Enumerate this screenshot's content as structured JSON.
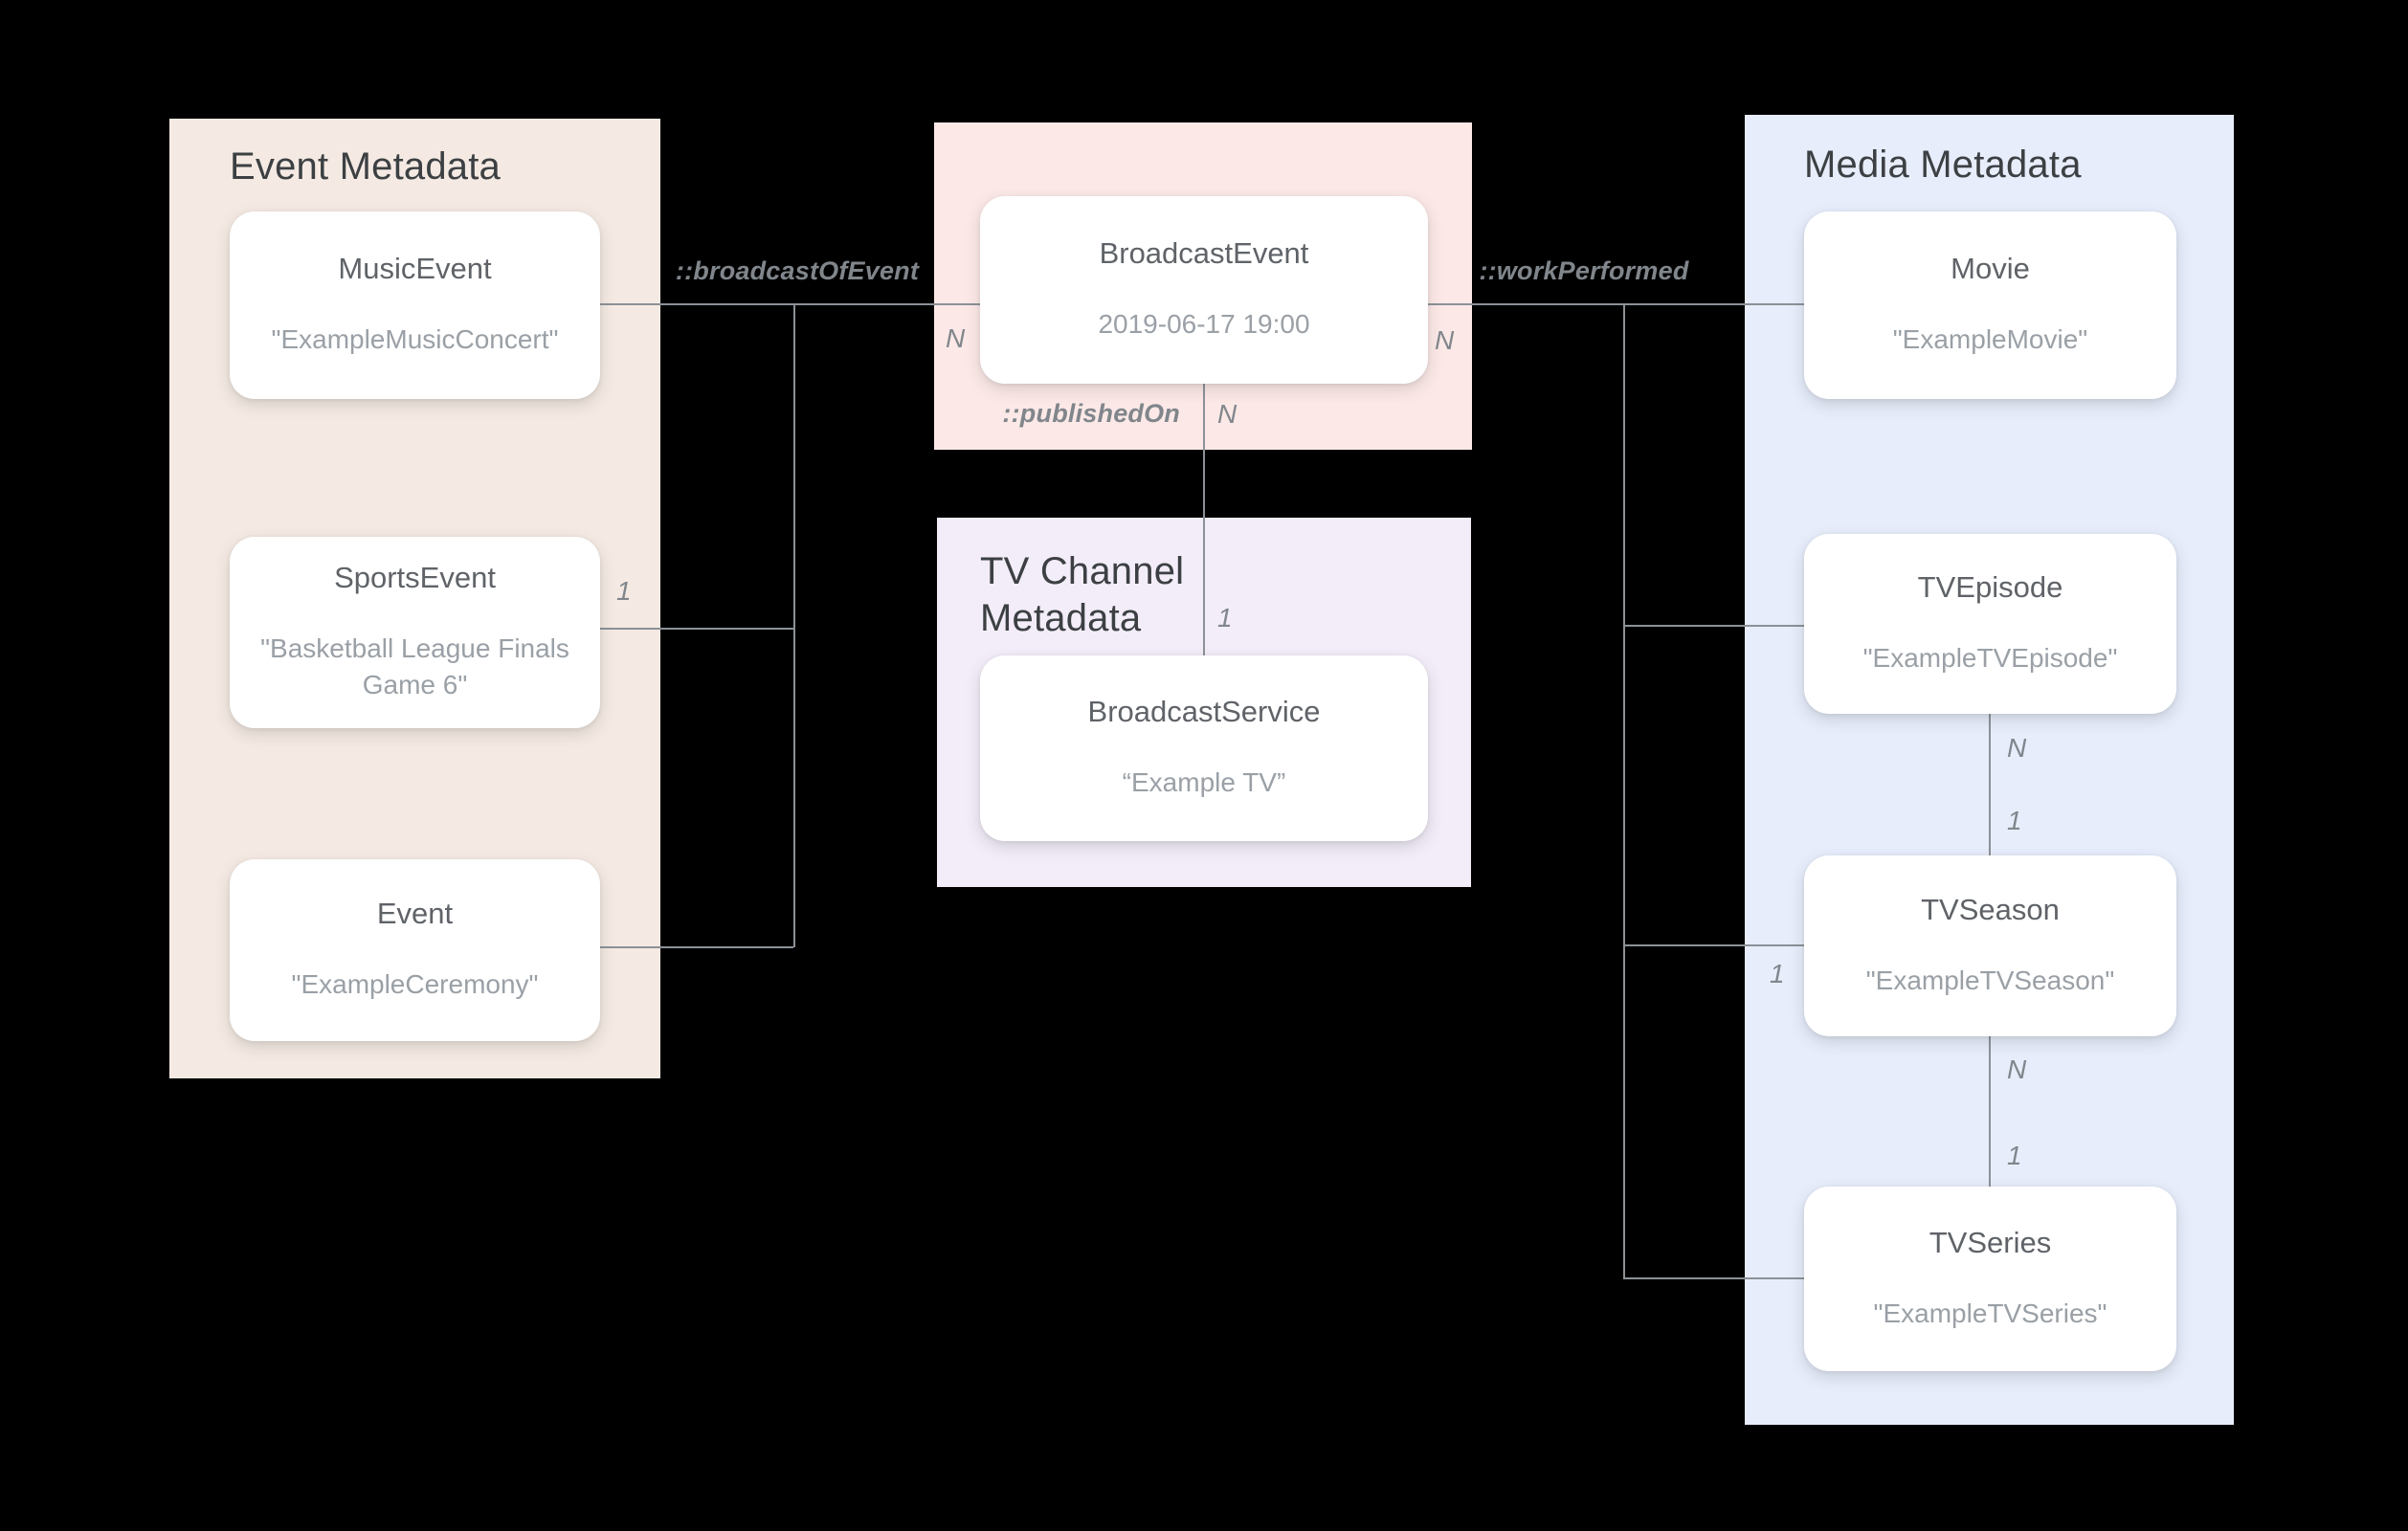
{
  "diagram": {
    "event_panel": {
      "title": "Event Metadata",
      "boxes": [
        {
          "title": "MusicEvent",
          "subtitle": "\"ExampleMusicConcert\""
        },
        {
          "title": "SportsEvent",
          "subtitle": "\"Basketball League Finals Game 6\""
        },
        {
          "title": "Event",
          "subtitle": "\"ExampleCeremony\""
        }
      ]
    },
    "broadcast_panel": {
      "boxes": [
        {
          "title": "BroadcastEvent",
          "subtitle": "2019-06-17 19:00"
        }
      ]
    },
    "tv_channel_panel": {
      "title": "TV Channel Metadata",
      "boxes": [
        {
          "title": "BroadcastService",
          "subtitle": "“Example TV”"
        }
      ]
    },
    "media_panel": {
      "title": "Media Metadata",
      "boxes": [
        {
          "title": "Movie",
          "subtitle": "\"ExampleMovie\""
        },
        {
          "title": "TVEpisode",
          "subtitle": "\"ExampleTVEpisode\""
        },
        {
          "title": "TVSeason",
          "subtitle": "\"ExampleTVSeason\""
        },
        {
          "title": "TVSeries",
          "subtitle": "\"ExampleTVSeries\""
        }
      ]
    },
    "relations": {
      "broadcast_of_event": "::broadcastOfEvent",
      "work_performed": "::workPerformed",
      "published_on": "::publishedOn"
    },
    "cardinalities": {
      "broadcast_of_event_n": "N",
      "work_performed_n": "N",
      "published_on_n": "N",
      "published_on_1": "1",
      "sports_event_1": "1",
      "tv_season_left_1": "1",
      "episode_to_season_n": "N",
      "episode_to_season_1": "1",
      "season_to_series_n": "N",
      "season_to_series_1": "1"
    },
    "colors": {
      "background": "#000000",
      "event_panel_bg": "#F5EAE3",
      "broadcast_panel_bg": "#FCE9E7",
      "tv_channel_panel_bg": "#F3EDF9",
      "media_panel_bg": "#E7EDFB",
      "card_bg": "#FFFFFF",
      "panel_title": "#3C4043",
      "card_title": "#5F6368",
      "card_subtitle": "#9AA0A6",
      "line": "#8C9196",
      "relation_label": "#80868B"
    }
  }
}
